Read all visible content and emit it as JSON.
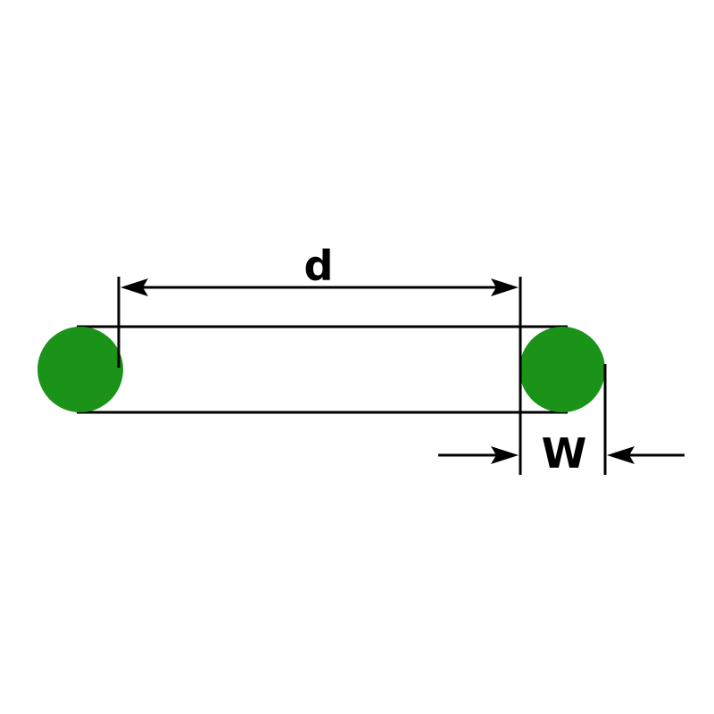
{
  "diagram": {
    "title": "o-ring-cross-section-dimension-diagram",
    "labels": {
      "inner_diameter": "d",
      "cross_section_width": "W"
    },
    "colors": {
      "oring_green": "#1a9318",
      "line_black": "#000000",
      "background": "#ffffff"
    }
  }
}
